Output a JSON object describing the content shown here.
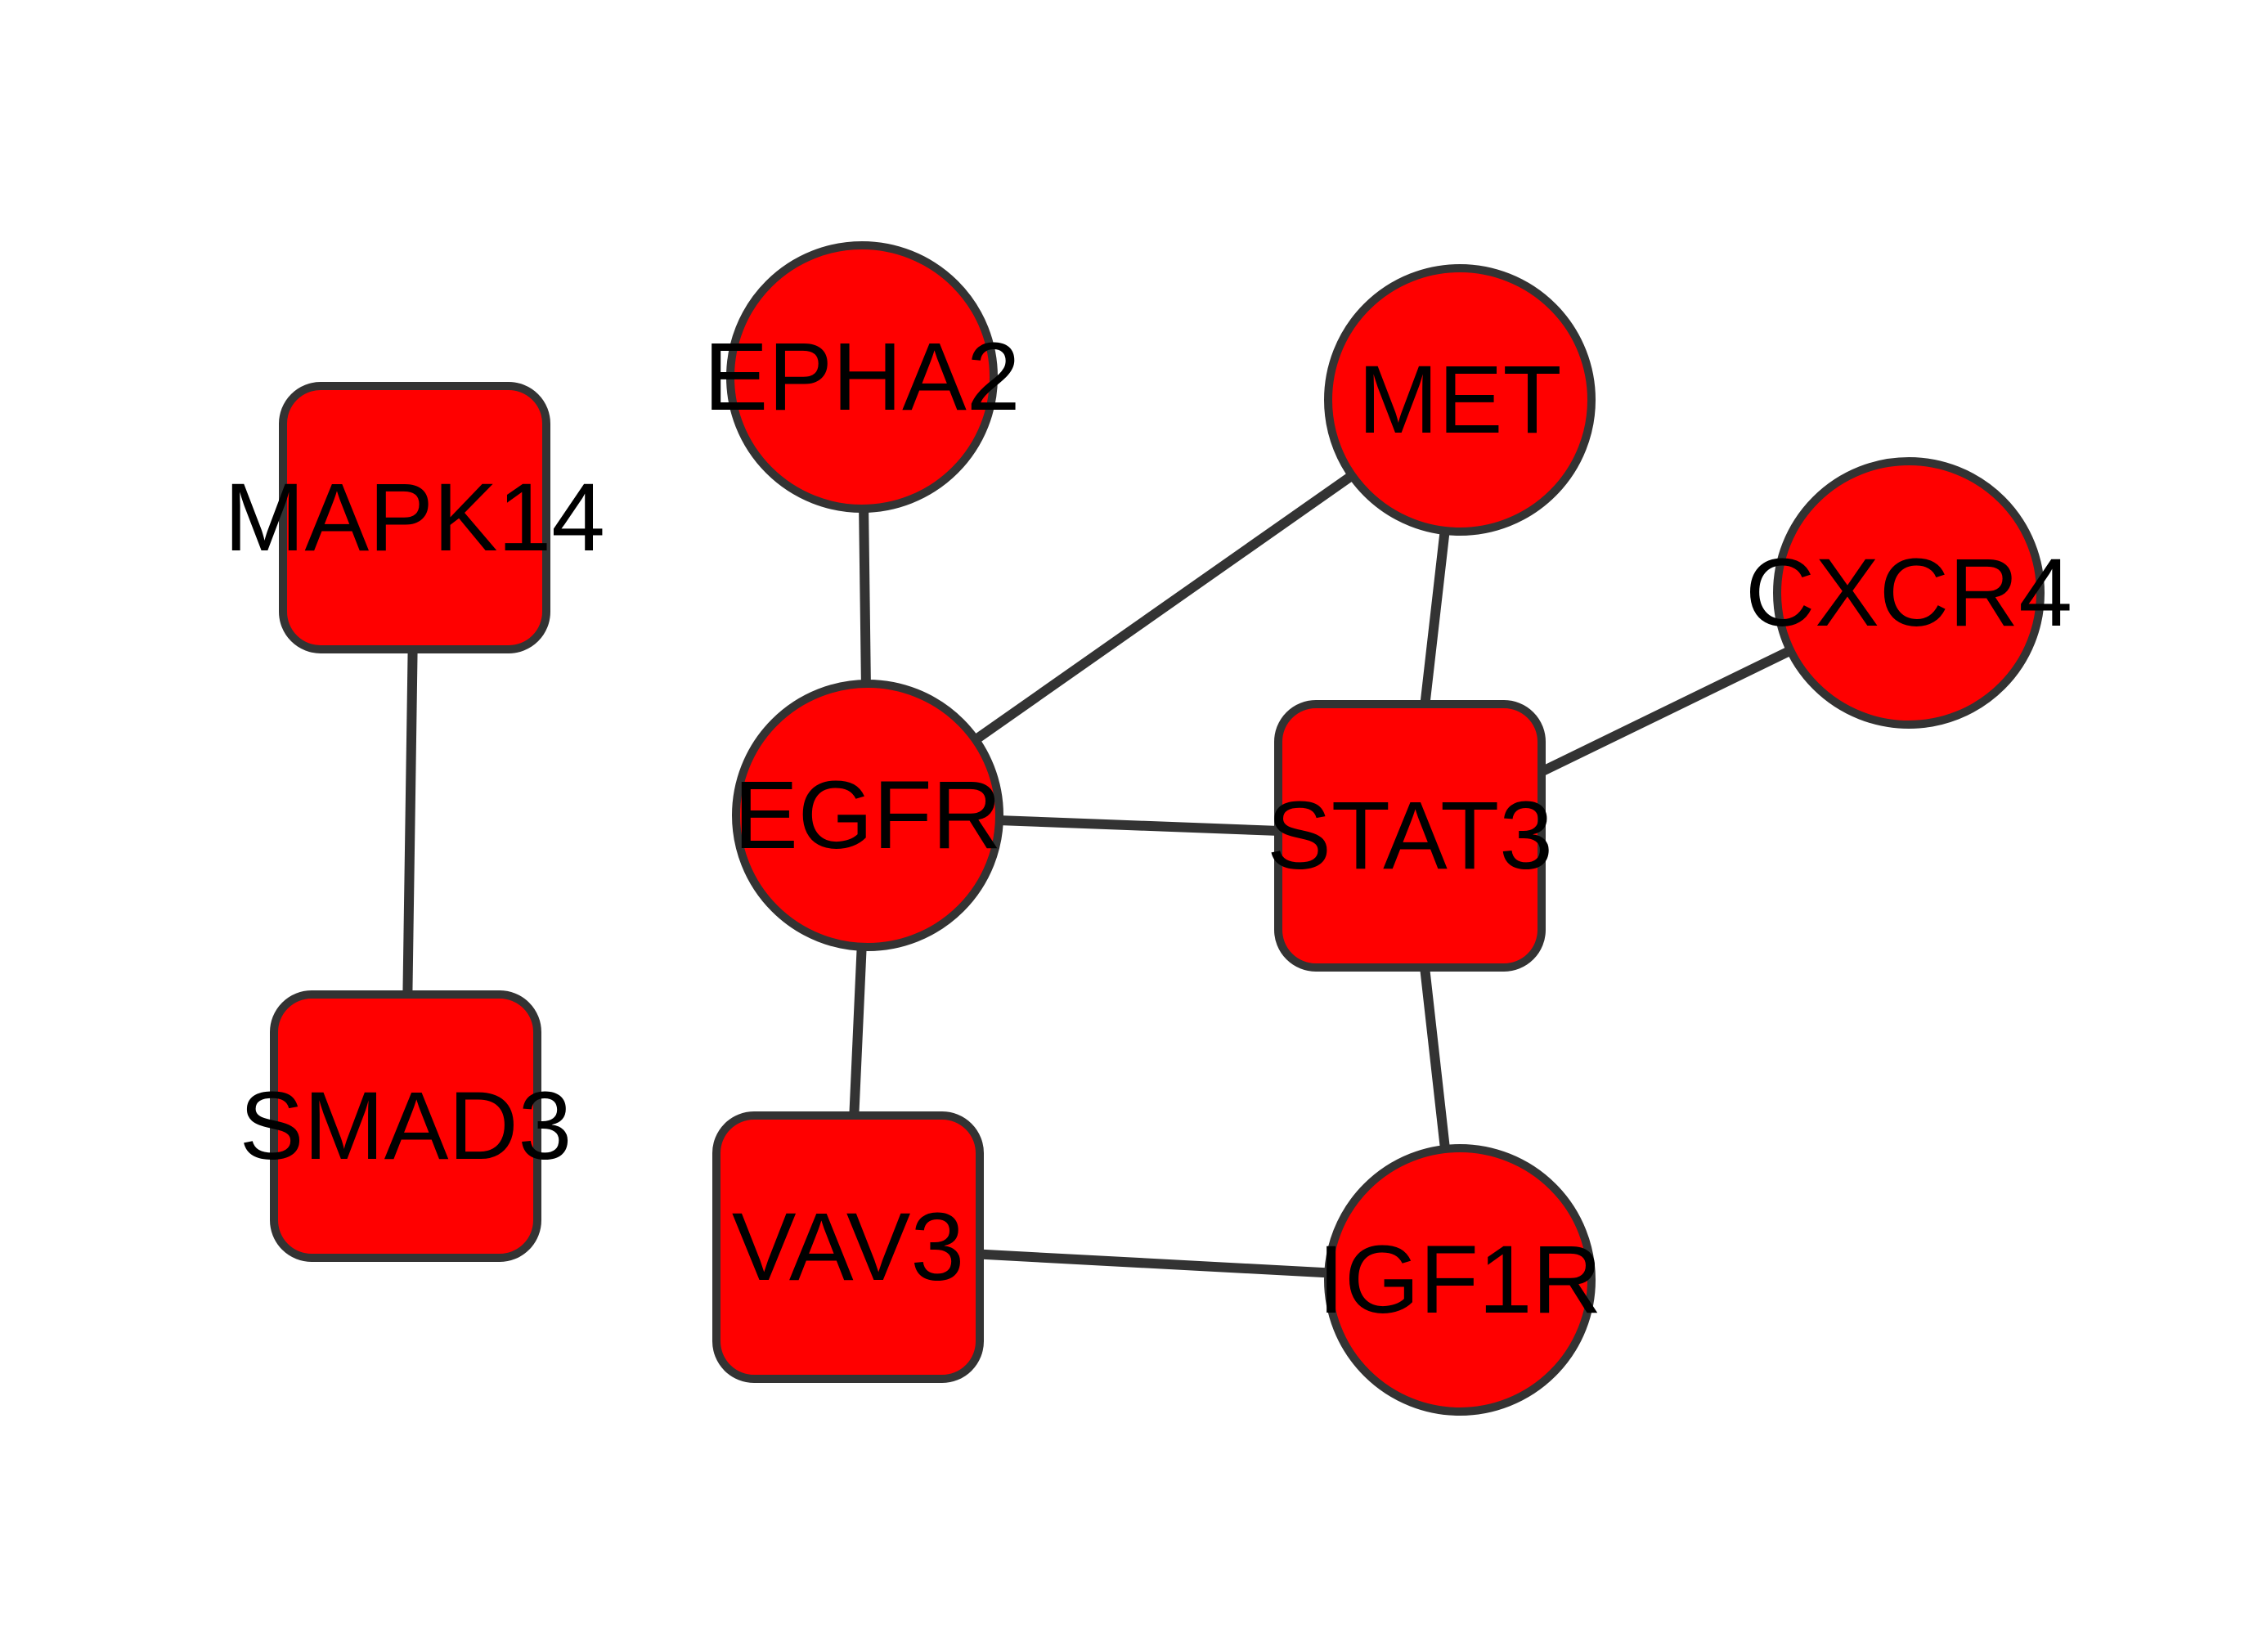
{
  "network": {
    "node_fill": "#ff0000",
    "node_border": "#333333",
    "edge_color": "#333333",
    "label_color": "#000000",
    "nodes": [
      {
        "id": "MAPK14",
        "label": "MAPK14",
        "shape": "rounded-square"
      },
      {
        "id": "SMAD3",
        "label": "SMAD3",
        "shape": "rounded-square"
      },
      {
        "id": "EPHA2",
        "label": "EPHA2",
        "shape": "circle"
      },
      {
        "id": "EGFR",
        "label": "EGFR",
        "shape": "circle"
      },
      {
        "id": "VAV3",
        "label": "VAV3",
        "shape": "rounded-square"
      },
      {
        "id": "MET",
        "label": "MET",
        "shape": "circle"
      },
      {
        "id": "STAT3",
        "label": "STAT3",
        "shape": "rounded-square"
      },
      {
        "id": "CXCR4",
        "label": "CXCR4",
        "shape": "circle"
      },
      {
        "id": "IGF1R",
        "label": "IGF1R",
        "shape": "circle"
      }
    ],
    "edges": [
      {
        "source": "MAPK14",
        "target": "SMAD3"
      },
      {
        "source": "EPHA2",
        "target": "EGFR"
      },
      {
        "source": "EGFR",
        "target": "MET"
      },
      {
        "source": "EGFR",
        "target": "STAT3"
      },
      {
        "source": "EGFR",
        "target": "VAV3"
      },
      {
        "source": "MET",
        "target": "STAT3"
      },
      {
        "source": "STAT3",
        "target": "CXCR4"
      },
      {
        "source": "STAT3",
        "target": "IGF1R"
      },
      {
        "source": "VAV3",
        "target": "IGF1R"
      }
    ]
  }
}
